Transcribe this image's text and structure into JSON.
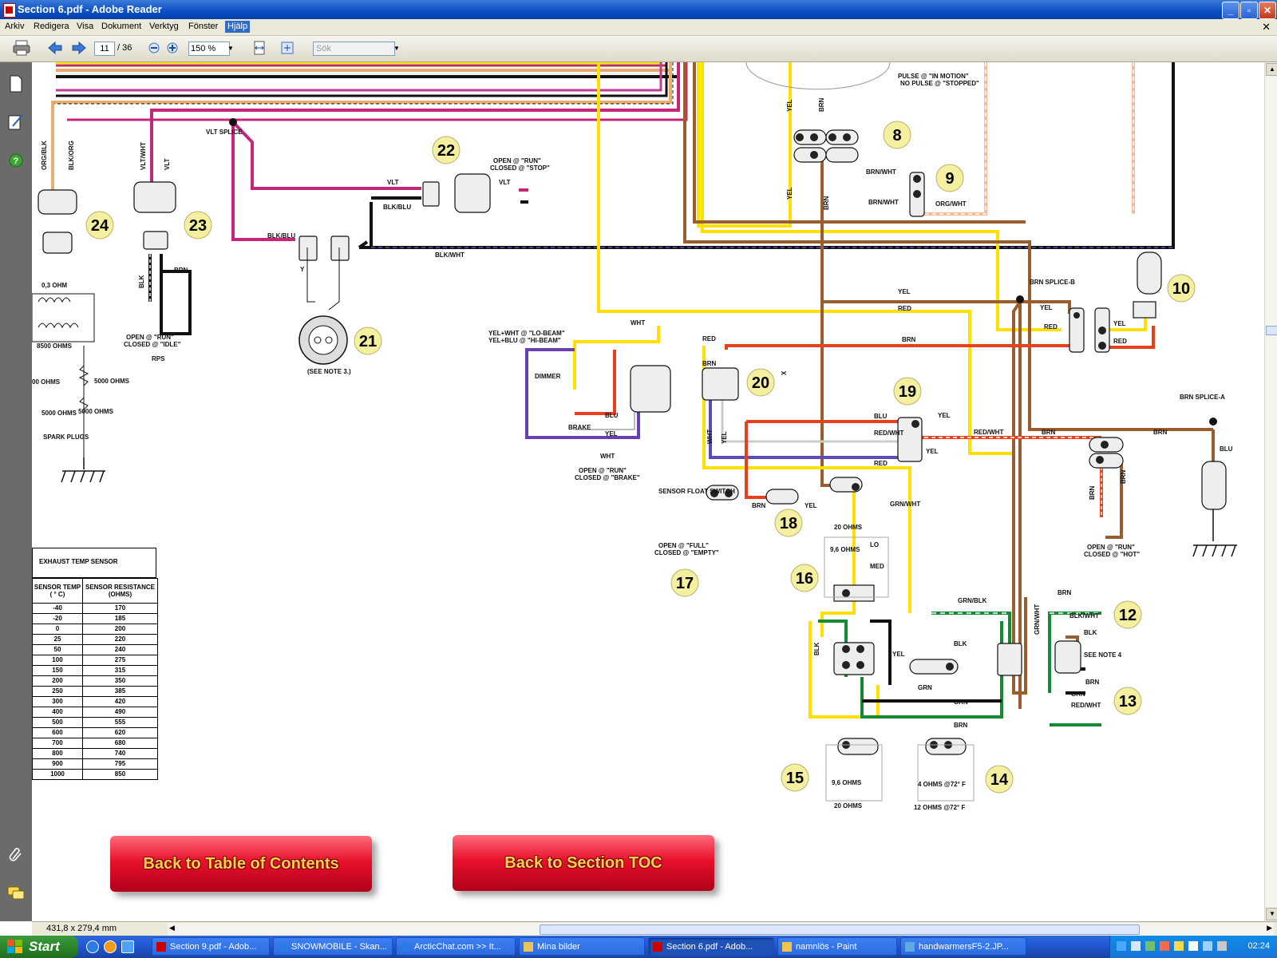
{
  "window": {
    "title": "Section 6.pdf - Adobe Reader"
  },
  "menu": [
    "Arkiv",
    "Redigera",
    "Visa",
    "Dokument",
    "Verktyg",
    "Fönster",
    "Hjälp"
  ],
  "toolbar": {
    "page_current": "11",
    "page_total": "/ 36",
    "zoom": "150 %",
    "search_placeholder": "Sök"
  },
  "status": {
    "page_size": "431,8 x 279,4 mm"
  },
  "buttons": {
    "toc": "Back to Table of Contents",
    "section_toc": "Back to Section TOC"
  },
  "diagram": {
    "numbers": [
      "8",
      "9",
      "10",
      "12",
      "13",
      "14",
      "15",
      "16",
      "17",
      "18",
      "19",
      "20",
      "21",
      "22",
      "23",
      "24"
    ],
    "labels": {
      "pulse": "PULSE @ \"IN MOTION\"",
      "nopulse": "NO PULSE @ \"STOPPED\"",
      "vlt_splice": "VLT SPLICE",
      "open_run_stop": "OPEN @ \"RUN\"",
      "closed_stop": "CLOSED @ \"STOP\"",
      "open_run_idle": "OPEN @ \"RUN\"",
      "closed_idle": "CLOSED @ \"IDLE\"",
      "rps": "RPS",
      "see_note3": "(SEE NOTE 3.)",
      "ohm03": "0,3 OHM",
      "ohm8500": "8500 OHMS",
      "ohm5000a": "00 OHMS",
      "ohm5000b": "5000 OHMS",
      "ohm5000c": "5000 OHMS",
      "ohm5000d": "5000 OHMS",
      "spark": "SPARK PLUGS",
      "dimmer": "DIMMER",
      "brake": "BRAKE",
      "lo_beam": "YEL+WHT @ \"LO-BEAM\"",
      "hi_beam": "YEL+BLU @ \"HI-BEAM\"",
      "open_run_brake": "OPEN @ \"RUN\"",
      "closed_brake": "CLOSED @ \"BRAKE\"",
      "sensor_float": "SENSOR FLOAT SWITCH",
      "open_full": "OPEN @ \"FULL\"",
      "closed_empty": "CLOSED @ \"EMPTY\"",
      "open_run_hot": "OPEN @ \"RUN\"",
      "closed_hot": "CLOSED @ \"HOT\"",
      "brn_splice_b": "BRN SPLICE-B",
      "brn_splice_a": "BRN SPLICE-A",
      "see_note4": "SEE NOTE 4",
      "ohm20a": "20 OHMS",
      "ohm96a": "9,6 OHMS",
      "lo": "LO",
      "med": "MED",
      "ohm96b": "9,6 OHMS",
      "ohm20b": "20 OHMS",
      "ohm4": "4 OHMS @72° F",
      "ohm12": "12 OHMS @72° F"
    },
    "wire_labels": [
      "YEL",
      "BRN",
      "BRN/WHT",
      "BRN/WHT",
      "ORG/WHT",
      "ORG/BLK",
      "BLK/ORG",
      "VLT/WHT",
      "VLT",
      "VLT",
      "VLT",
      "BLK/BLU",
      "BLK/BLU",
      "BLK/WHT",
      "BLK",
      "BRN",
      "YEL",
      "BRN",
      "YEL",
      "RED",
      "BRN",
      "YEL",
      "RED",
      "YEL",
      "RED",
      "WHT",
      "BLU",
      "YEL",
      "RED",
      "WHT",
      "BLU",
      "RED/WHT",
      "RED/WHT",
      "BRN",
      "BRN",
      "YEL",
      "YEL",
      "RED",
      "BRN",
      "YEL",
      "GRN/WHT",
      "GRN/BLK",
      "BLK",
      "YEL",
      "GRN",
      "BLK",
      "GRN",
      "BRN",
      "GRN/WHT",
      "BRN",
      "BLK/WHT",
      "BLK",
      "BRN",
      "GRN",
      "RED/WHT",
      "BRN",
      "BRN",
      "BLU",
      "WHT",
      "YEL",
      "BRN",
      "X",
      "Y"
    ]
  },
  "temp_table": {
    "title": "EXHAUST TEMP SENSOR",
    "col1": "SENSOR TEMP ( ° C)",
    "col2": "SENSOR RESISTANCE (OHMS)",
    "rows": [
      [
        "-40",
        "170"
      ],
      [
        "-20",
        "185"
      ],
      [
        "0",
        "200"
      ],
      [
        "25",
        "220"
      ],
      [
        "50",
        "240"
      ],
      [
        "100",
        "275"
      ],
      [
        "150",
        "315"
      ],
      [
        "200",
        "350"
      ],
      [
        "250",
        "385"
      ],
      [
        "300",
        "420"
      ],
      [
        "400",
        "490"
      ],
      [
        "500",
        "555"
      ],
      [
        "600",
        "620"
      ],
      [
        "700",
        "680"
      ],
      [
        "800",
        "740"
      ],
      [
        "900",
        "795"
      ],
      [
        "1000",
        "850"
      ]
    ]
  },
  "taskbar": {
    "start": "Start",
    "items": [
      "Section 9.pdf - Adob...",
      "SNOWMOBILE - Skan...",
      "ArcticChat.com >> It...",
      "Mina bilder",
      "Section 6.pdf - Adob...",
      "namnlös - Paint",
      "handwarmersF5-2.JP..."
    ],
    "clock": "02:24"
  }
}
